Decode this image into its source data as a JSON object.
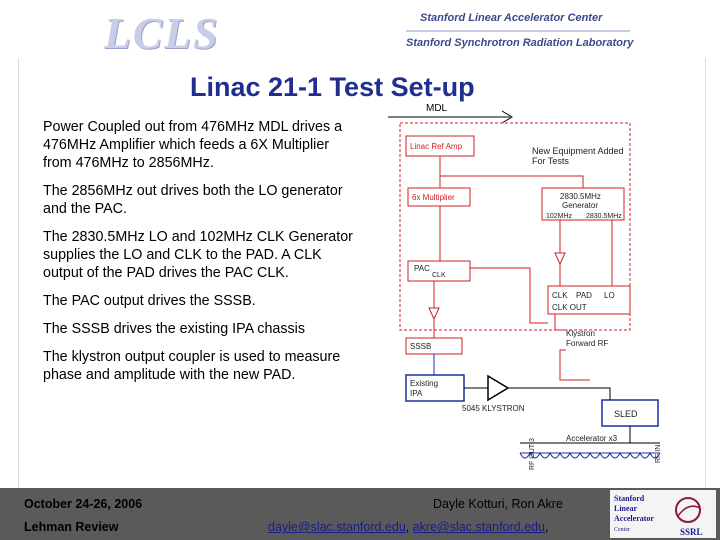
{
  "header": {
    "logo_text": "LCLS",
    "org_line1": "Stanford Linear Accelerator Center",
    "org_line2": "Stanford Synchrotron Radiation Laboratory"
  },
  "slide": {
    "title": "Linac 21-1 Test Set-up",
    "bullets": [
      "Power Coupled out from 476MHz MDL drives a 476MHz Amplifier which feeds a 6X Multiplier from 476MHz to 2856MHz.",
      "The 2856MHz out drives both the LO generator and the PAC.",
      "The 2830.5MHz LO and 102MHz CLK Generator supplies the LO and CLK to the PAD.  A CLK output of the PAD drives the PAC CLK.",
      "The PAC output drives the SSSB.",
      "The SSSB drives the existing IPA chassis",
      "The klystron output coupler is used to measure phase and amplitude with the new PAD."
    ]
  },
  "diagram": {
    "mdl": "MDL",
    "linac_ref_amp": "Linac Ref Amp",
    "new_equipment": [
      "New Equipment Added",
      "For Tests"
    ],
    "multiplier": "6x Multiplier",
    "generator": [
      "2830.5MHz",
      "Generator"
    ],
    "gen_out_102": "102MHz",
    "gen_out_2830": "2830.5MHz",
    "pac": "PAC",
    "clk": "CLK",
    "pad_clk": "CLK",
    "pad": "PAD",
    "pad_lo": "LO",
    "clk_out": "CLK OUT",
    "klystron_fwd": [
      "Klystron",
      "Forward RF"
    ],
    "sssb": "SSSB",
    "existing_ipa": [
      "Existing",
      "IPA"
    ],
    "klystron": "5045 KLYSTRON",
    "sled": "SLED",
    "accelerator": "Accelerator x3",
    "rf_out": "RF OUT-3",
    "rf_in": "RF IN"
  },
  "footer": {
    "date": "October 24-26, 2006",
    "review": "Lehman Review",
    "authors": "Dayle Kotturi, Ron Akre",
    "email1": "dayle@slac.stanford.edu",
    "sep": ", ",
    "email2": "akre@slac.stanford.edu",
    "trail": ",",
    "slac_logo_lines": [
      "Stanford",
      "Linear",
      "Accelerator",
      "Center"
    ],
    "ssrl": "SSRL"
  },
  "colors": {
    "title": "#1f2f8f",
    "diagram_red": "#cc2222",
    "diagram_blue": "#1f2f9f",
    "footer_bg": "#5a5a5a"
  }
}
